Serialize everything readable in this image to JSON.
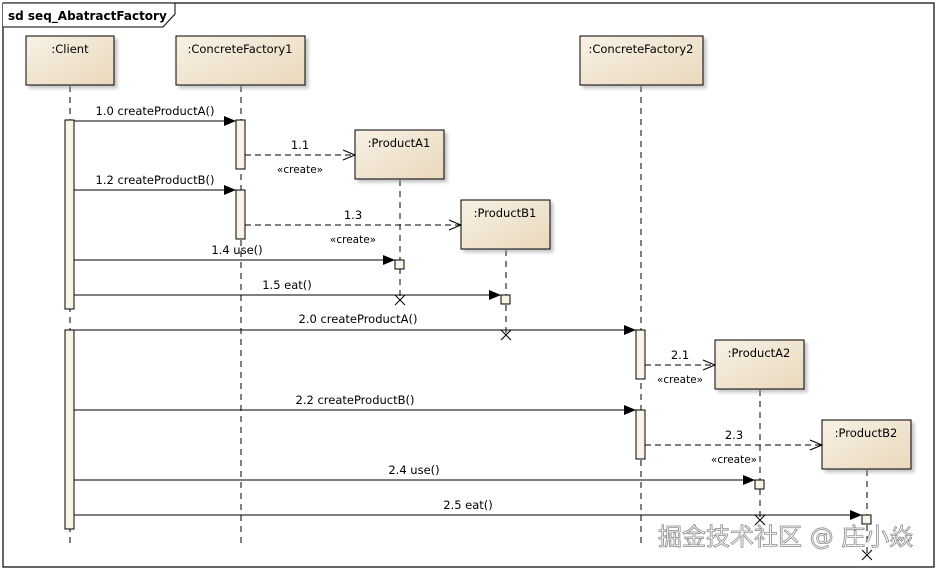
{
  "frame": {
    "title": "sd seq_AbatractFactory"
  },
  "colors": {
    "box_fill_top": "#f7efe2",
    "box_fill_bottom": "#ecdcc2",
    "activation_fill": "#faf3e8",
    "line": "#000000"
  },
  "lifelines": [
    {
      "id": "client",
      "label": ":Client"
    },
    {
      "id": "cf1",
      "label": ":ConcreteFactory1"
    },
    {
      "id": "cf2",
      "label": ":ConcreteFactory2"
    },
    {
      "id": "pa1",
      "label": ":ProductA1"
    },
    {
      "id": "pb1",
      "label": ":ProductB1"
    },
    {
      "id": "pa2",
      "label": ":ProductA2"
    },
    {
      "id": "pb2",
      "label": ":ProductB2"
    }
  ],
  "messages": [
    {
      "id": "m10",
      "label": "1.0 createProductA()",
      "from": "client",
      "to": "cf1",
      "kind": "sync"
    },
    {
      "id": "m11",
      "label": "1.1",
      "stereotype": "«create»",
      "from": "cf1",
      "to": "pa1",
      "kind": "create"
    },
    {
      "id": "m12",
      "label": "1.2 createProductB()",
      "from": "client",
      "to": "cf1",
      "kind": "sync"
    },
    {
      "id": "m13",
      "label": "1.3",
      "stereotype": "«create»",
      "from": "cf1",
      "to": "pb1",
      "kind": "create"
    },
    {
      "id": "m14",
      "label": "1.4 use()",
      "from": "client",
      "to": "pa1",
      "kind": "sync"
    },
    {
      "id": "m15",
      "label": "1.5 eat()",
      "from": "client",
      "to": "pb1",
      "kind": "sync"
    },
    {
      "id": "m20",
      "label": "2.0 createProductA()",
      "from": "client",
      "to": "cf2",
      "kind": "sync"
    },
    {
      "id": "m21",
      "label": "2.1",
      "stereotype": "«create»",
      "from": "cf2",
      "to": "pa2",
      "kind": "create"
    },
    {
      "id": "m22",
      "label": "2.2 createProductB()",
      "from": "client",
      "to": "cf2",
      "kind": "sync"
    },
    {
      "id": "m23",
      "label": "2.3",
      "stereotype": "«create»",
      "from": "cf2",
      "to": "pb2",
      "kind": "create"
    },
    {
      "id": "m24",
      "label": "2.4 use()",
      "from": "client",
      "to": "pa2",
      "kind": "sync"
    },
    {
      "id": "m25",
      "label": "2.5 eat()",
      "from": "client",
      "to": "pb2",
      "kind": "sync"
    }
  ],
  "watermark": {
    "text": "掘金技术社区 @ 庄小焱"
  }
}
